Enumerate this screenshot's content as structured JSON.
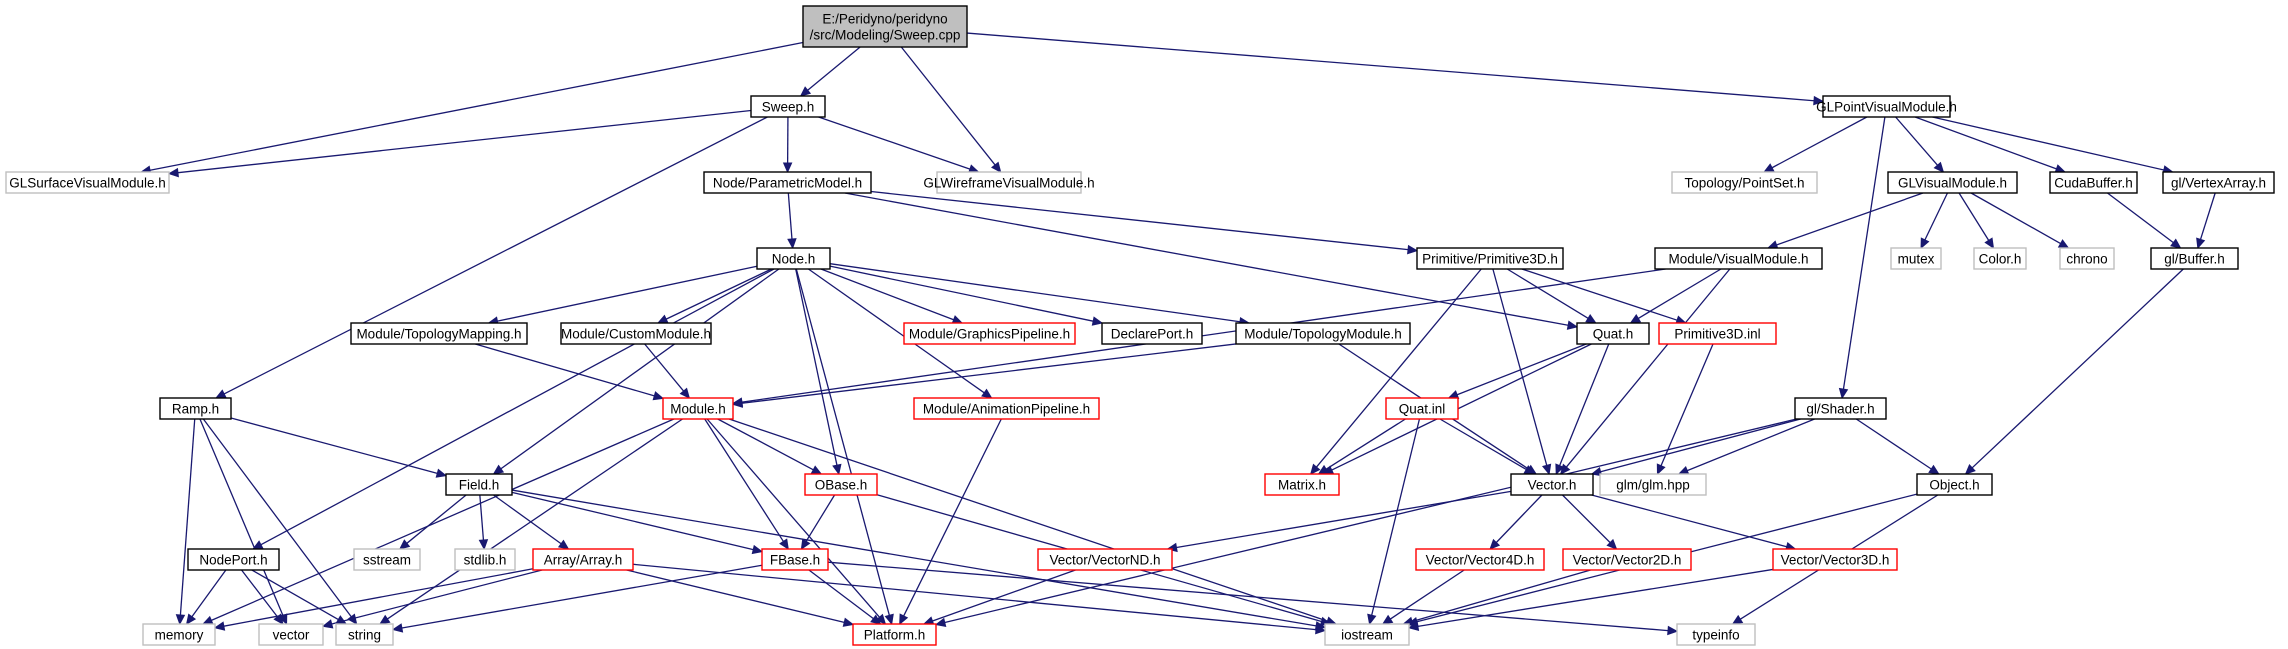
{
  "diagram": {
    "type": "include-dependency-graph",
    "edge_color": "#191970",
    "root_fill": "#bfbfbf",
    "missing_border": "#bfbfbf",
    "link_border": "#000000",
    "flagged_border": "#ff0000",
    "nodes": {
      "root": {
        "lines": [
          "E:/Peridyno/peridyno",
          "/src/Modeling/Sweep.cpp"
        ],
        "kind": "root"
      },
      "sweep": {
        "lines": [
          "Sweep.h"
        ],
        "kind": "normal"
      },
      "glpoint": {
        "lines": [
          "GLPointVisualModule.h"
        ],
        "kind": "normal"
      },
      "glsurface": {
        "lines": [
          "GLSurfaceVisualModule.h"
        ],
        "kind": "missing"
      },
      "glwire": {
        "lines": [
          "GLWireframeVisualModule.h"
        ],
        "kind": "missing"
      },
      "parametric": {
        "lines": [
          "Node/ParametricModel.h"
        ],
        "kind": "normal"
      },
      "pointset": {
        "lines": [
          "Topology/PointSet.h"
        ],
        "kind": "missing"
      },
      "glvisual": {
        "lines": [
          "GLVisualModule.h"
        ],
        "kind": "normal"
      },
      "cudabuffer": {
        "lines": [
          "CudaBuffer.h"
        ],
        "kind": "normal"
      },
      "glvertex": {
        "lines": [
          "gl/VertexArray.h"
        ],
        "kind": "normal"
      },
      "node": {
        "lines": [
          "Node.h"
        ],
        "kind": "normal"
      },
      "prim3d": {
        "lines": [
          "Primitive/Primitive3D.h"
        ],
        "kind": "normal"
      },
      "modvisual": {
        "lines": [
          "Module/VisualModule.h"
        ],
        "kind": "normal"
      },
      "mutex": {
        "lines": [
          "mutex"
        ],
        "kind": "missing"
      },
      "colorh": {
        "lines": [
          "Color.h"
        ],
        "kind": "missing"
      },
      "chrono": {
        "lines": [
          "chrono"
        ],
        "kind": "missing"
      },
      "glbuffer": {
        "lines": [
          "gl/Buffer.h"
        ],
        "kind": "normal"
      },
      "topomap": {
        "lines": [
          "Module/TopologyMapping.h"
        ],
        "kind": "normal"
      },
      "custommod": {
        "lines": [
          "Module/CustomModule.h"
        ],
        "kind": "normal"
      },
      "gfxpipe": {
        "lines": [
          "Module/GraphicsPipeline.h"
        ],
        "kind": "red"
      },
      "declport": {
        "lines": [
          "DeclarePort.h"
        ],
        "kind": "normal"
      },
      "topomod": {
        "lines": [
          "Module/TopologyModule.h"
        ],
        "kind": "normal"
      },
      "quath": {
        "lines": [
          "Quat.h"
        ],
        "kind": "normal"
      },
      "prim3dinl": {
        "lines": [
          "Primitive3D.inl"
        ],
        "kind": "red"
      },
      "ramp": {
        "lines": [
          "Ramp.h"
        ],
        "kind": "normal"
      },
      "moduleh": {
        "lines": [
          "Module.h"
        ],
        "kind": "red"
      },
      "animpipe": {
        "lines": [
          "Module/AnimationPipeline.h"
        ],
        "kind": "red"
      },
      "quatinl": {
        "lines": [
          "Quat.inl"
        ],
        "kind": "red"
      },
      "glshader": {
        "lines": [
          "gl/Shader.h"
        ],
        "kind": "normal"
      },
      "fieldh": {
        "lines": [
          "Field.h"
        ],
        "kind": "normal"
      },
      "obase": {
        "lines": [
          "OBase.h"
        ],
        "kind": "red"
      },
      "matrixh": {
        "lines": [
          "Matrix.h"
        ],
        "kind": "red"
      },
      "vectorh": {
        "lines": [
          "Vector.h"
        ],
        "kind": "normal"
      },
      "glmhpp": {
        "lines": [
          "glm/glm.hpp"
        ],
        "kind": "missing"
      },
      "objecth": {
        "lines": [
          "Object.h"
        ],
        "kind": "normal"
      },
      "sstream": {
        "lines": [
          "sstream"
        ],
        "kind": "missing"
      },
      "stdlib": {
        "lines": [
          "stdlib.h"
        ],
        "kind": "missing"
      },
      "arrayh": {
        "lines": [
          "Array/Array.h"
        ],
        "kind": "red"
      },
      "fbase": {
        "lines": [
          "FBase.h"
        ],
        "kind": "red"
      },
      "vecnd": {
        "lines": [
          "Vector/VectorND.h"
        ],
        "kind": "red"
      },
      "vec4d": {
        "lines": [
          "Vector/Vector4D.h"
        ],
        "kind": "red"
      },
      "vec2d": {
        "lines": [
          "Vector/Vector2D.h"
        ],
        "kind": "red"
      },
      "vec3d": {
        "lines": [
          "Vector/Vector3D.h"
        ],
        "kind": "red"
      },
      "nodeport": {
        "lines": [
          "NodePort.h"
        ],
        "kind": "normal"
      },
      "memory": {
        "lines": [
          "memory"
        ],
        "kind": "missing"
      },
      "vector": {
        "lines": [
          "vector"
        ],
        "kind": "missing"
      },
      "string": {
        "lines": [
          "string"
        ],
        "kind": "missing"
      },
      "platform": {
        "lines": [
          "Platform.h"
        ],
        "kind": "red"
      },
      "iostream": {
        "lines": [
          "iostream"
        ],
        "kind": "missing"
      },
      "typeinfo": {
        "lines": [
          "typeinfo"
        ],
        "kind": "missing"
      }
    },
    "edges": [
      [
        "root",
        "sweep"
      ],
      [
        "root",
        "glsurface"
      ],
      [
        "root",
        "glwire"
      ],
      [
        "root",
        "glpoint"
      ],
      [
        "sweep",
        "glsurface"
      ],
      [
        "sweep",
        "glwire"
      ],
      [
        "sweep",
        "parametric"
      ],
      [
        "sweep",
        "ramp"
      ],
      [
        "glpoint",
        "pointset"
      ],
      [
        "glpoint",
        "glvisual"
      ],
      [
        "glpoint",
        "cudabuffer"
      ],
      [
        "glpoint",
        "glvertex"
      ],
      [
        "glpoint",
        "glshader"
      ],
      [
        "parametric",
        "node"
      ],
      [
        "parametric",
        "prim3d"
      ],
      [
        "parametric",
        "quath"
      ],
      [
        "glvisual",
        "modvisual"
      ],
      [
        "glvisual",
        "mutex"
      ],
      [
        "glvisual",
        "colorh"
      ],
      [
        "glvisual",
        "chrono"
      ],
      [
        "cudabuffer",
        "glbuffer"
      ],
      [
        "glvertex",
        "glbuffer"
      ],
      [
        "glbuffer",
        "objecth"
      ],
      [
        "node",
        "topomap"
      ],
      [
        "node",
        "custommod"
      ],
      [
        "node",
        "gfxpipe"
      ],
      [
        "node",
        "declport"
      ],
      [
        "node",
        "topomod"
      ],
      [
        "node",
        "animpipe"
      ],
      [
        "node",
        "obase"
      ],
      [
        "node",
        "platform"
      ],
      [
        "node",
        "fieldh"
      ],
      [
        "node",
        "nodeport"
      ],
      [
        "prim3d",
        "quath"
      ],
      [
        "prim3d",
        "prim3dinl"
      ],
      [
        "prim3d",
        "matrixh"
      ],
      [
        "prim3d",
        "vectorh"
      ],
      [
        "modvisual",
        "moduleh"
      ],
      [
        "modvisual",
        "quath"
      ],
      [
        "modvisual",
        "vectorh"
      ],
      [
        "topomap",
        "moduleh"
      ],
      [
        "custommod",
        "moduleh"
      ],
      [
        "topomod",
        "moduleh"
      ],
      [
        "topomod",
        "vectorh"
      ],
      [
        "quath",
        "quatinl"
      ],
      [
        "quath",
        "matrixh"
      ],
      [
        "quath",
        "vectorh"
      ],
      [
        "prim3dinl",
        "glmhpp"
      ],
      [
        "ramp",
        "fieldh"
      ],
      [
        "ramp",
        "memory"
      ],
      [
        "ramp",
        "vector"
      ],
      [
        "ramp",
        "string"
      ],
      [
        "moduleh",
        "obase"
      ],
      [
        "moduleh",
        "fbase"
      ],
      [
        "moduleh",
        "platform"
      ],
      [
        "moduleh",
        "iostream"
      ],
      [
        "moduleh",
        "memory"
      ],
      [
        "moduleh",
        "string"
      ],
      [
        "animpipe",
        "platform"
      ],
      [
        "quatinl",
        "matrixh"
      ],
      [
        "quatinl",
        "vectorh"
      ],
      [
        "quatinl",
        "iostream"
      ],
      [
        "glshader",
        "vectorh"
      ],
      [
        "glshader",
        "glmhpp"
      ],
      [
        "glshader",
        "objecth"
      ],
      [
        "glshader",
        "platform"
      ],
      [
        "fieldh",
        "sstream"
      ],
      [
        "fieldh",
        "stdlib"
      ],
      [
        "fieldh",
        "arrayh"
      ],
      [
        "fieldh",
        "fbase"
      ],
      [
        "fieldh",
        "iostream"
      ],
      [
        "obase",
        "fbase"
      ],
      [
        "obase",
        "iostream"
      ],
      [
        "vectorh",
        "vecnd"
      ],
      [
        "vectorh",
        "vec4d"
      ],
      [
        "vectorh",
        "vec2d"
      ],
      [
        "vectorh",
        "vec3d"
      ],
      [
        "objecth",
        "iostream"
      ],
      [
        "objecth",
        "typeinfo"
      ],
      [
        "arrayh",
        "memory"
      ],
      [
        "arrayh",
        "vector"
      ],
      [
        "arrayh",
        "platform"
      ],
      [
        "arrayh",
        "iostream"
      ],
      [
        "fbase",
        "string"
      ],
      [
        "fbase",
        "platform"
      ],
      [
        "fbase",
        "typeinfo"
      ],
      [
        "vecnd",
        "platform"
      ],
      [
        "vec4d",
        "iostream"
      ],
      [
        "vec2d",
        "iostream"
      ],
      [
        "vec3d",
        "iostream"
      ],
      [
        "nodeport",
        "memory"
      ],
      [
        "nodeport",
        "vector"
      ],
      [
        "nodeport",
        "string"
      ]
    ]
  }
}
